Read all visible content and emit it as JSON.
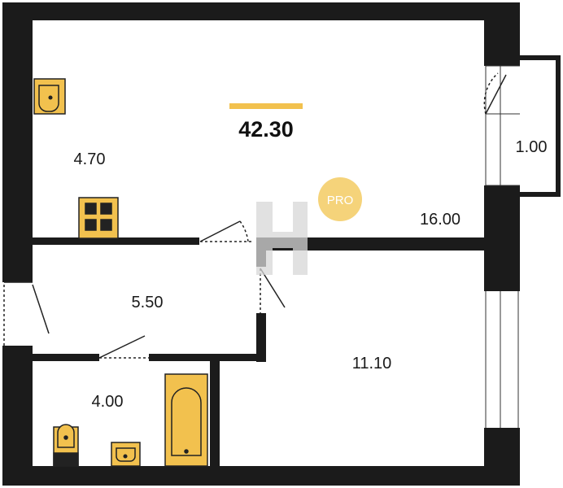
{
  "plan": {
    "total_area": "42.30",
    "pro_badge": "PRO",
    "rooms": [
      {
        "id": "kitchen",
        "area": "4.70"
      },
      {
        "id": "living-room",
        "area": "16.00"
      },
      {
        "id": "balcony",
        "area": "1.00"
      },
      {
        "id": "hallway",
        "area": "5.50"
      },
      {
        "id": "bedroom",
        "area": "11.10"
      },
      {
        "id": "bathroom",
        "area": "4.00"
      }
    ]
  },
  "colors": {
    "wall": "#1b1b1b",
    "fixture_fill": "#f2c14e",
    "accent_bar": "#f2c14e",
    "pro_badge": "#f5d37a",
    "watermark": "#d8d8d8"
  }
}
